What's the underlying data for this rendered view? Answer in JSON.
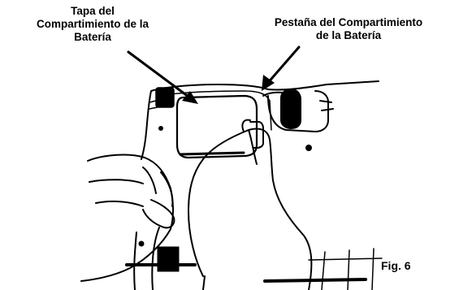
{
  "labels": {
    "battery_cover": "Tapa del\nCompartimiento de la\nBatería",
    "battery_tab": "Pestaña del Compartimiento\nde la Batería",
    "figure": "Fig. 6"
  },
  "colors": {
    "line": "#000000",
    "background": "#ffffff"
  }
}
